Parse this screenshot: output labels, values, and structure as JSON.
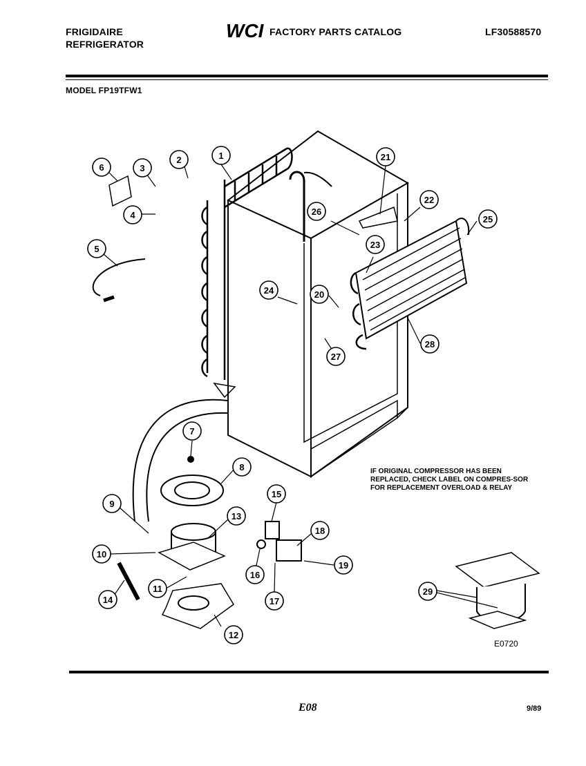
{
  "header": {
    "brand_line1": "FRIGIDAIRE",
    "brand_line2": "REFRIGERATOR",
    "logo_text": "WCI",
    "catalog_title": "FACTORY PARTS CATALOG",
    "doc_number": "LF30588570"
  },
  "model_line": "MODEL FP19TFW1",
  "callouts": [
    "1",
    "2",
    "3",
    "4",
    "5",
    "6",
    "7",
    "8",
    "9",
    "10",
    "11",
    "12",
    "13",
    "14",
    "15",
    "16",
    "17",
    "18",
    "19",
    "20",
    "21",
    "22",
    "23",
    "24",
    "25",
    "26",
    "27",
    "28",
    "29"
  ],
  "note": "IF ORIGINAL COMPRESSOR HAS BEEN REPLACED, CHECK LABEL ON COMPRES-SOR FOR REPLACEMENT OVERLOAD & RELAY",
  "figure_code": "E0720",
  "footer": {
    "page": "E08",
    "date": "9/89"
  }
}
